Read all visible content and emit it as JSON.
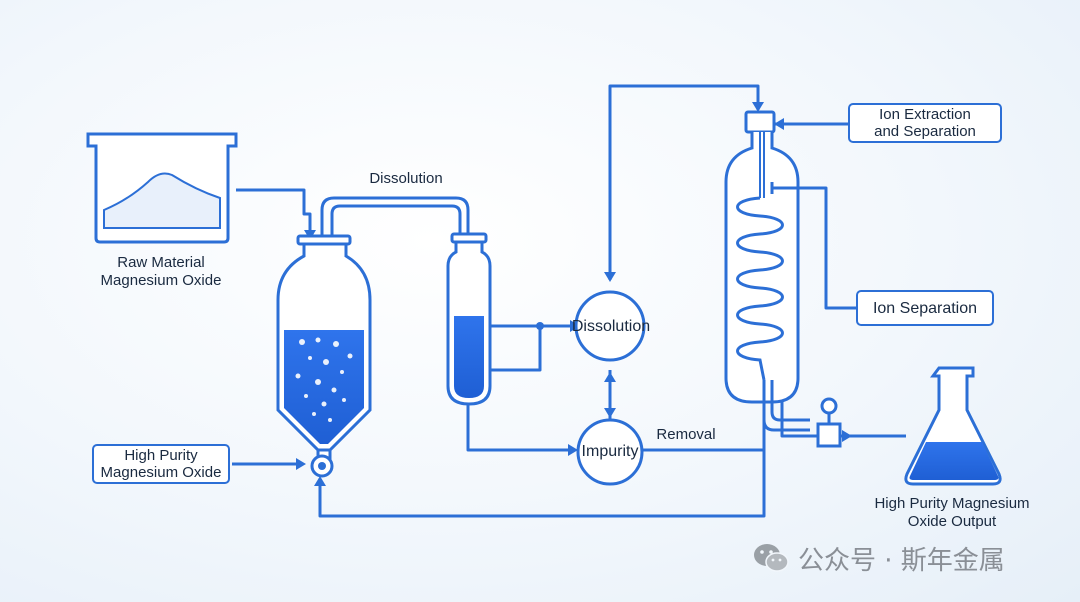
{
  "labels": {
    "raw_material_line1": "Raw Material",
    "raw_material_line2": "Magnesium Oxide",
    "dissolution_top": "Dissolution",
    "dissolution_node": "Dissolution",
    "impurity_node": "Impurity",
    "removal": "Removal",
    "high_purity_in_line1": "High Purity",
    "high_purity_in_line2": "Magnesium Oxide",
    "ion_extraction_line1": "Ion Extraction",
    "ion_extraction_line2": "and Separation",
    "ion_separation": "Ion Separation",
    "output_line1": "High Purity Magnesium",
    "output_line2": "Oxide Output"
  },
  "watermark": {
    "icon": "wechat-icon",
    "text": "公众号 · 斯年金属"
  },
  "colors": {
    "line": "#2c6fd6",
    "liquid": "#2f6fe0",
    "text": "#1a2a40"
  }
}
